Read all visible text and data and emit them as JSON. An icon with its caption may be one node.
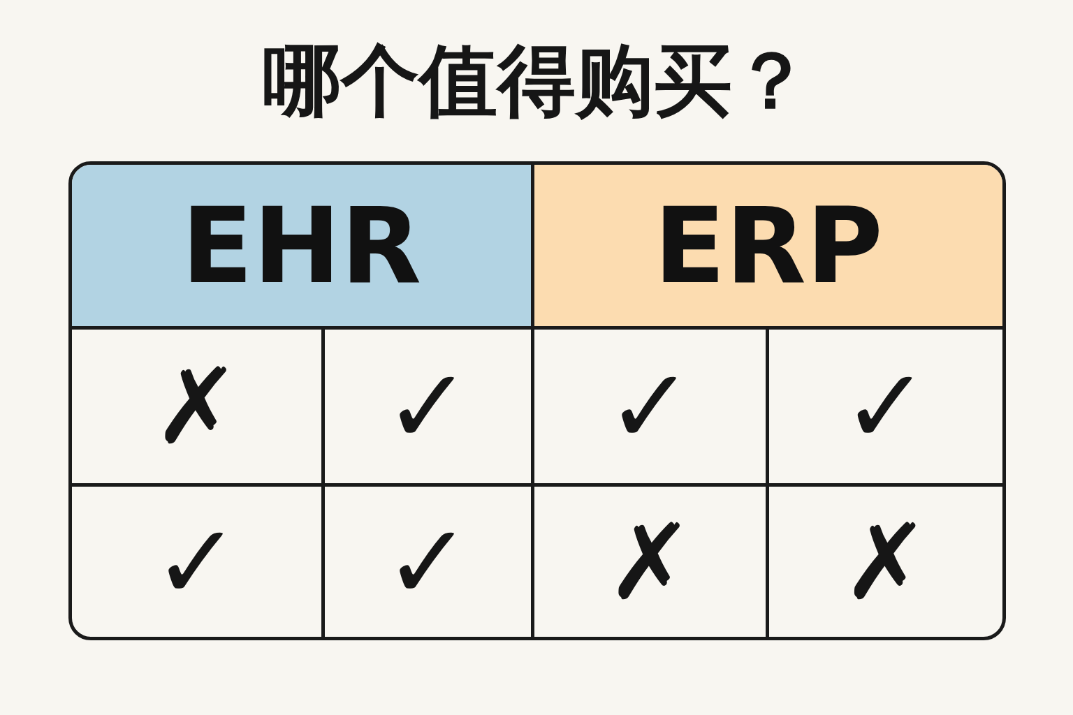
{
  "diagram": {
    "title": "哪个值得购买？",
    "labels": [
      "EHR",
      "ERP",
      "✗",
      "✓",
      "✓",
      "✓",
      "✓",
      "✓",
      "✗",
      "✗"
    ]
  }
}
